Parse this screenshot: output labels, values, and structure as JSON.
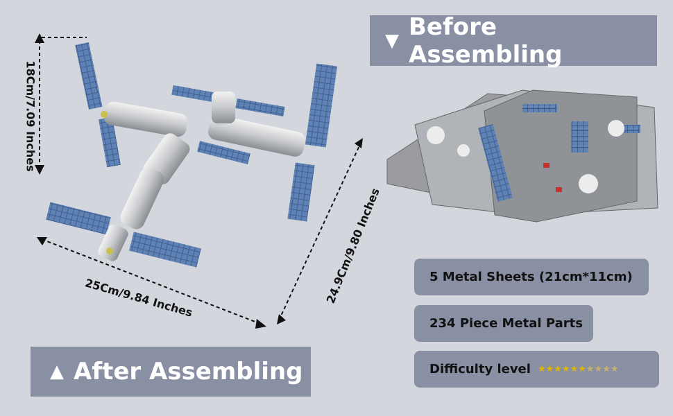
{
  "before_label": "Before Assembling",
  "after_label": "After Assembling",
  "dimensions": {
    "height": "18Cm/7.09 Inches",
    "width": "25Cm/9.84 Inches",
    "depth": "24.9Cm/9.80 Inches"
  },
  "specs": {
    "sheets": "5  Metal Sheets  (21cm*11cm)",
    "parts": "234 Piece Metal Parts",
    "difficulty_label": "Difficulty level",
    "difficulty_rating": 6,
    "difficulty_max": 10
  },
  "colors": {
    "banner": "#8a90a3",
    "background": "#d3d6dc",
    "star": "#e2b400"
  }
}
